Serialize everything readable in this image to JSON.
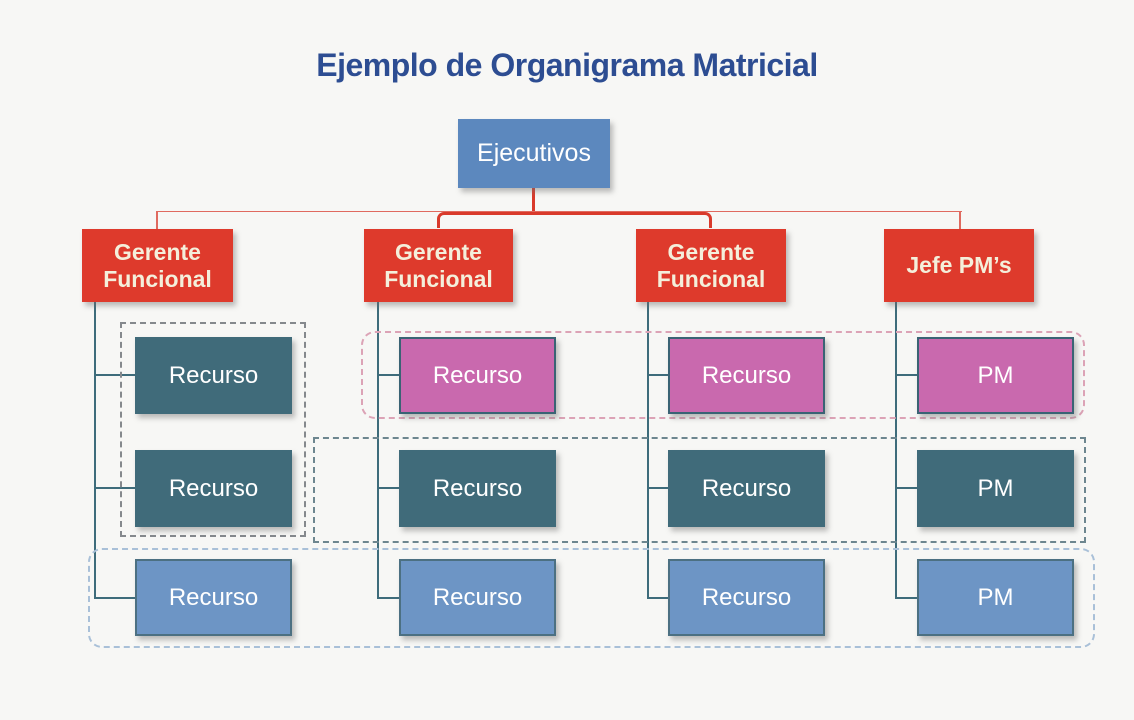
{
  "title": "Ejemplo de Organigrama Matricial",
  "executive": {
    "label": "Ejecutivos"
  },
  "managers": [
    {
      "label": "Gerente Funcional"
    },
    {
      "label": "Gerente Funcional"
    },
    {
      "label": "Gerente Funcional"
    },
    {
      "label": "Jefe PM’s"
    }
  ],
  "matrix": {
    "rows": [
      {
        "cells": [
          {
            "label": "Recurso"
          },
          {
            "label": "Recurso"
          },
          {
            "label": "Recurso"
          },
          {
            "label": "PM"
          }
        ]
      },
      {
        "cells": [
          {
            "label": "Recurso"
          },
          {
            "label": "Recurso"
          },
          {
            "label": "Recurso"
          },
          {
            "label": "PM"
          }
        ]
      },
      {
        "cells": [
          {
            "label": "Recurso"
          },
          {
            "label": "Recurso"
          },
          {
            "label": "Recurso"
          },
          {
            "label": "PM"
          }
        ]
      }
    ]
  },
  "colors": {
    "title_navy": "#2D4D92",
    "executive_blue": "#5C88BE",
    "manager_red": "#DE3A2C",
    "manager_text_cream": "#F4EFDB",
    "resource_teal": "#406B7A",
    "resource_pink": "#C969AE",
    "resource_blue": "#6D95C5",
    "connector_teal": "#3E6C7B",
    "connector_red": "#D93A2B",
    "group_dash_gray": "#85898D",
    "group_dash_slate": "#6D868F",
    "group_dash_pink": "#DCA3B6",
    "group_dash_blue": "#A9C0D8",
    "background": "#F7F7F5"
  }
}
